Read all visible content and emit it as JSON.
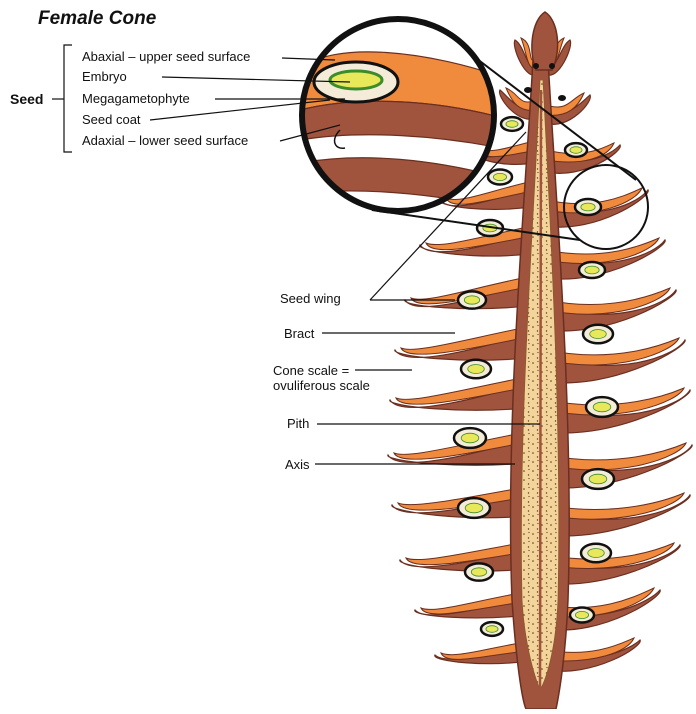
{
  "title": "Female Cone",
  "seed": {
    "group_label": "Seed",
    "labels": [
      "Abaxial – upper seed surface",
      "Embryo",
      "Megagametophyte",
      "Seed coat",
      "Adaxial – lower seed surface"
    ]
  },
  "cone": {
    "labels": [
      "Seed wing",
      "Bract",
      "Cone scale =",
      "ovuliferous scale",
      "Pith",
      "Axis"
    ]
  },
  "colors": {
    "bract": "#a0543e",
    "bract_outline": "#6b2f20",
    "scale": "#f08a3c",
    "pith": "#f3d49a",
    "pith_dots": "#5a3a1a",
    "embryo": "#e8e85a",
    "megagametophyte": "#f4ecd8",
    "seed_coat": "#111111",
    "embryo_ring": "#3c8c2c"
  }
}
